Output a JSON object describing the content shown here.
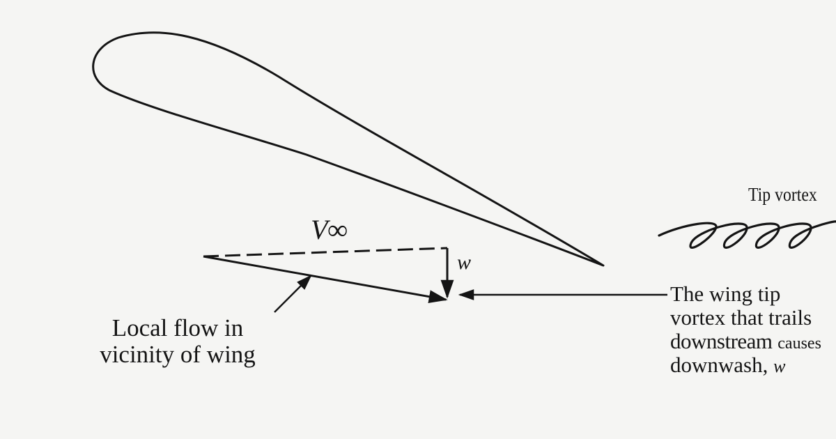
{
  "labels": {
    "freestream": "V∞",
    "downwash_symbol": "w",
    "tip_vortex": "Tip vortex",
    "local_flow": [
      "Local flow in",
      "vicinity of wing"
    ],
    "wing_tip_note": {
      "line1": "The wing tip",
      "line2": "vortex that trails",
      "line3_main": "downstream",
      "line3_small": "causes",
      "line4_main": "downwash,",
      "line4_symbol": "w"
    }
  },
  "colors": {
    "ink": "#141414",
    "paper": "#f5f5f3"
  }
}
